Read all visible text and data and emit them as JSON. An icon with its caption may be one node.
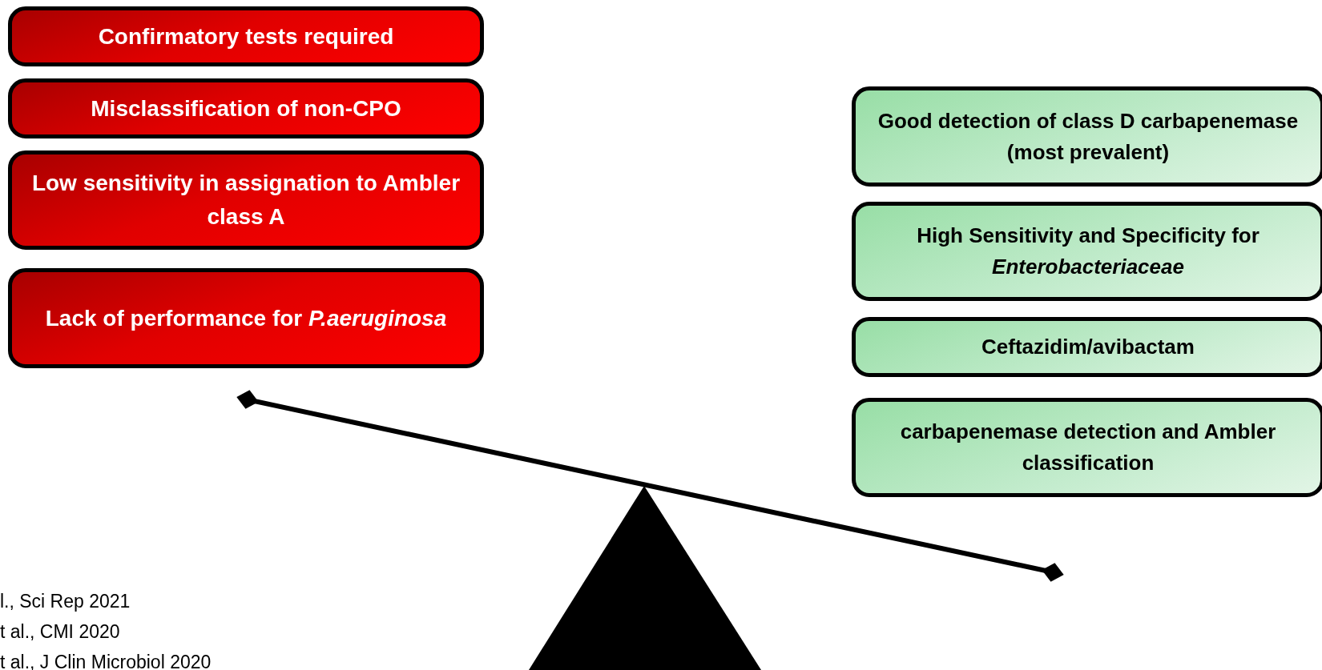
{
  "diagram": {
    "nodes": [
      {
        "text": [
          "Confirmatory tests required"
        ]
      },
      {
        "text": [
          "Misclassification of non-CPO"
        ]
      },
      {
        "text": [
          "Low sensitivity in assignation to Ambler class A"
        ]
      },
      {
        "text": [
          "Lack of performance for *P.aeruginosa*"
        ]
      },
      {
        "text": [
          "Good detection of class D carbapenemase (most prevalent)"
        ]
      },
      {
        "text": [
          "High Sensitivity and Specificity for *Enterobacteriaceae*"
        ]
      },
      {
        "text": [
          "Ceftazidim/avibactam"
        ]
      },
      {
        "text": [
          "carbapenemase detection and Ambler classification"
        ]
      }
    ],
    "labels": [
      "l., Sci Rep 2021",
      "t al., CMI 2020",
      "t al., J Clin Microbiol 2020"
    ]
  }
}
